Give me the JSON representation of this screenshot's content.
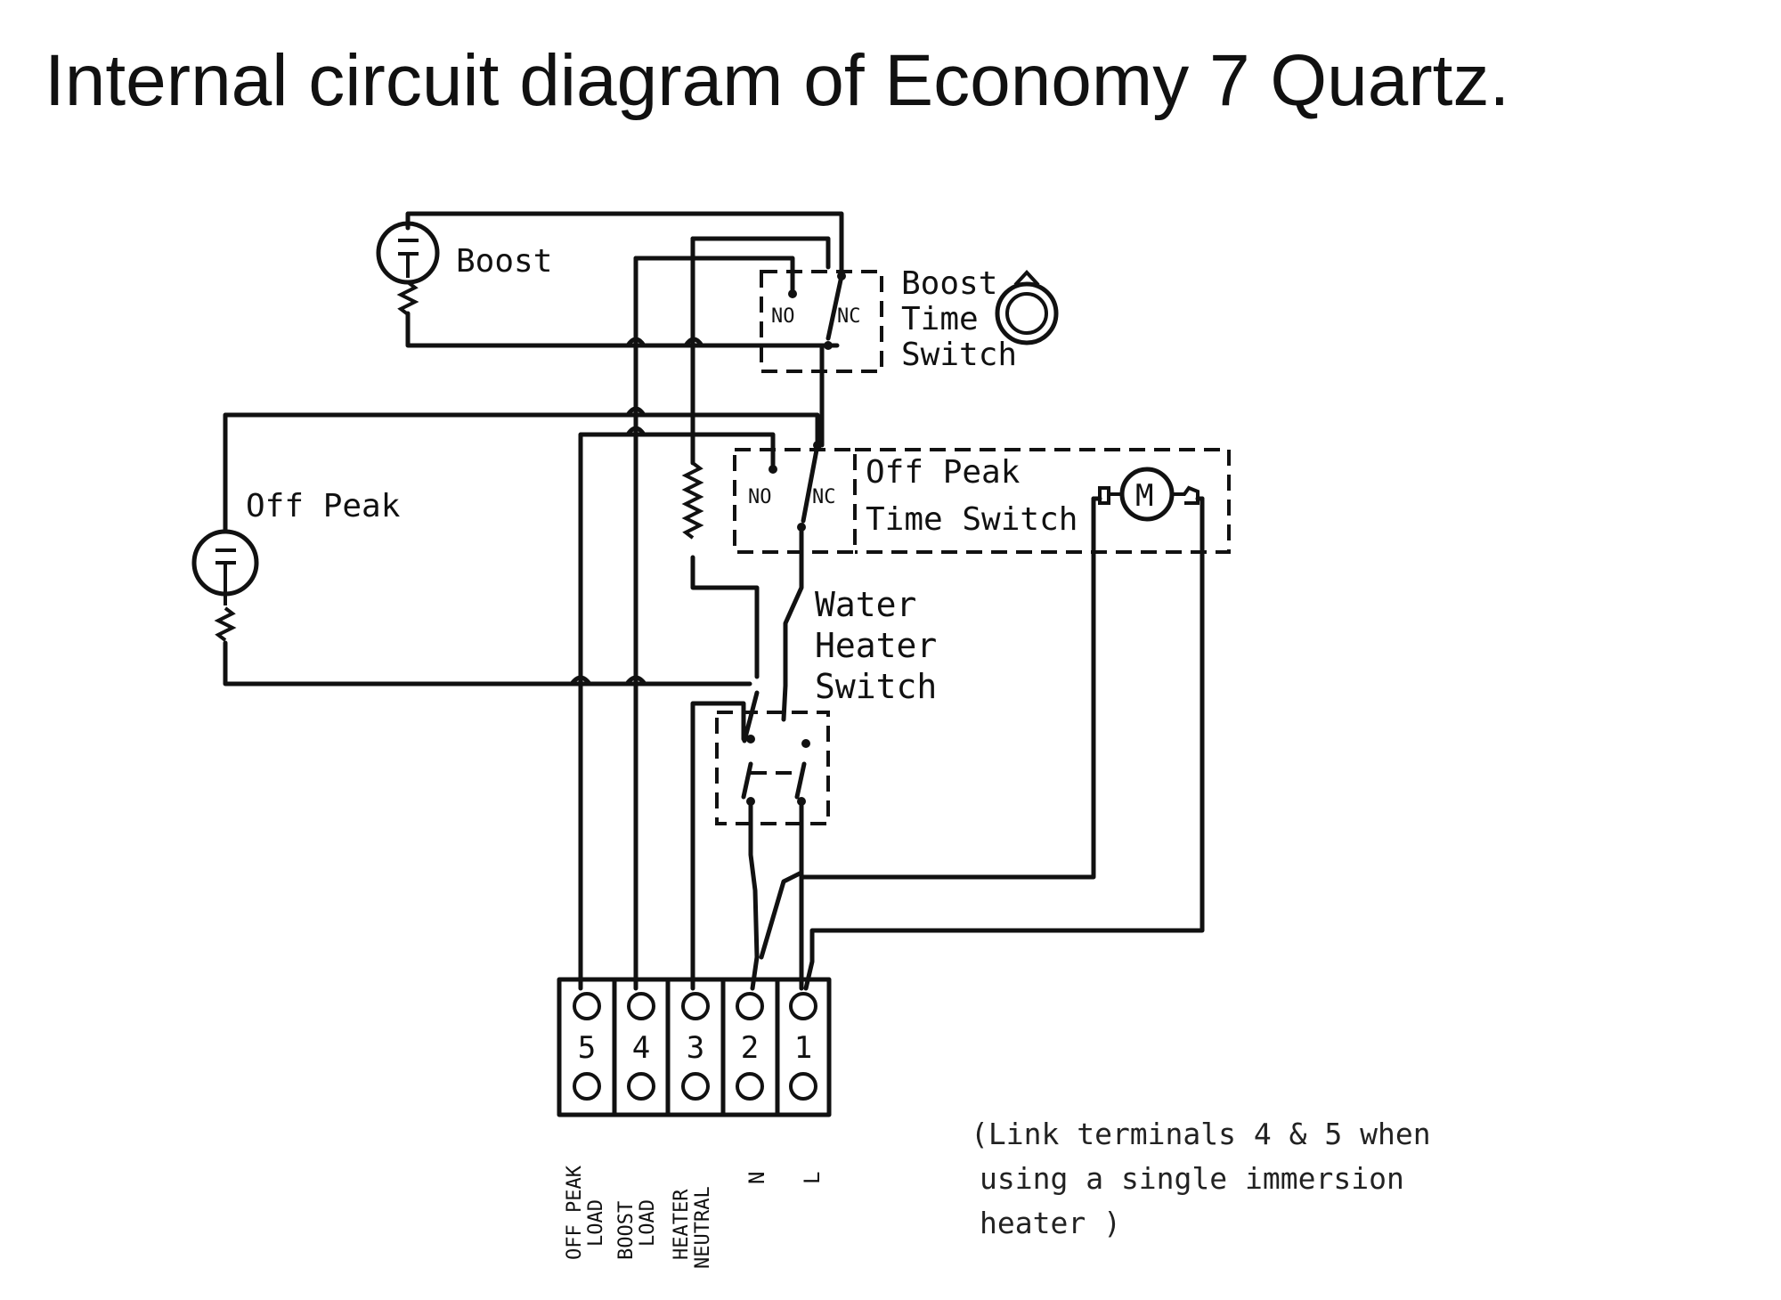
{
  "title": "Internal circuit diagram of Economy 7 Quartz.",
  "components": {
    "boost_heater": "Boost",
    "off_peak_heater": "Off Peak",
    "boost_time_switch": [
      "Boost",
      "Time",
      "Switch"
    ],
    "off_peak_time_switch": [
      "Off Peak",
      "Time Switch"
    ],
    "water_heater_switch": [
      "Water",
      "Heater",
      "Switch"
    ],
    "contact_no": "NO",
    "contact_nc": "NC",
    "motor": "M"
  },
  "terminals": [
    {
      "number": "5",
      "label": [
        "OFF PEAK",
        "LOAD"
      ]
    },
    {
      "number": "4",
      "label": [
        "BOOST",
        "LOAD"
      ]
    },
    {
      "number": "3",
      "label": [
        "HEATER",
        "NEUTRAL"
      ]
    },
    {
      "number": "2",
      "label": [
        "N"
      ]
    },
    {
      "number": "1",
      "label": [
        "L"
      ]
    }
  ],
  "note": [
    "(Link terminals 4 & 5 when",
    "using a single immersion",
    "heater )"
  ]
}
